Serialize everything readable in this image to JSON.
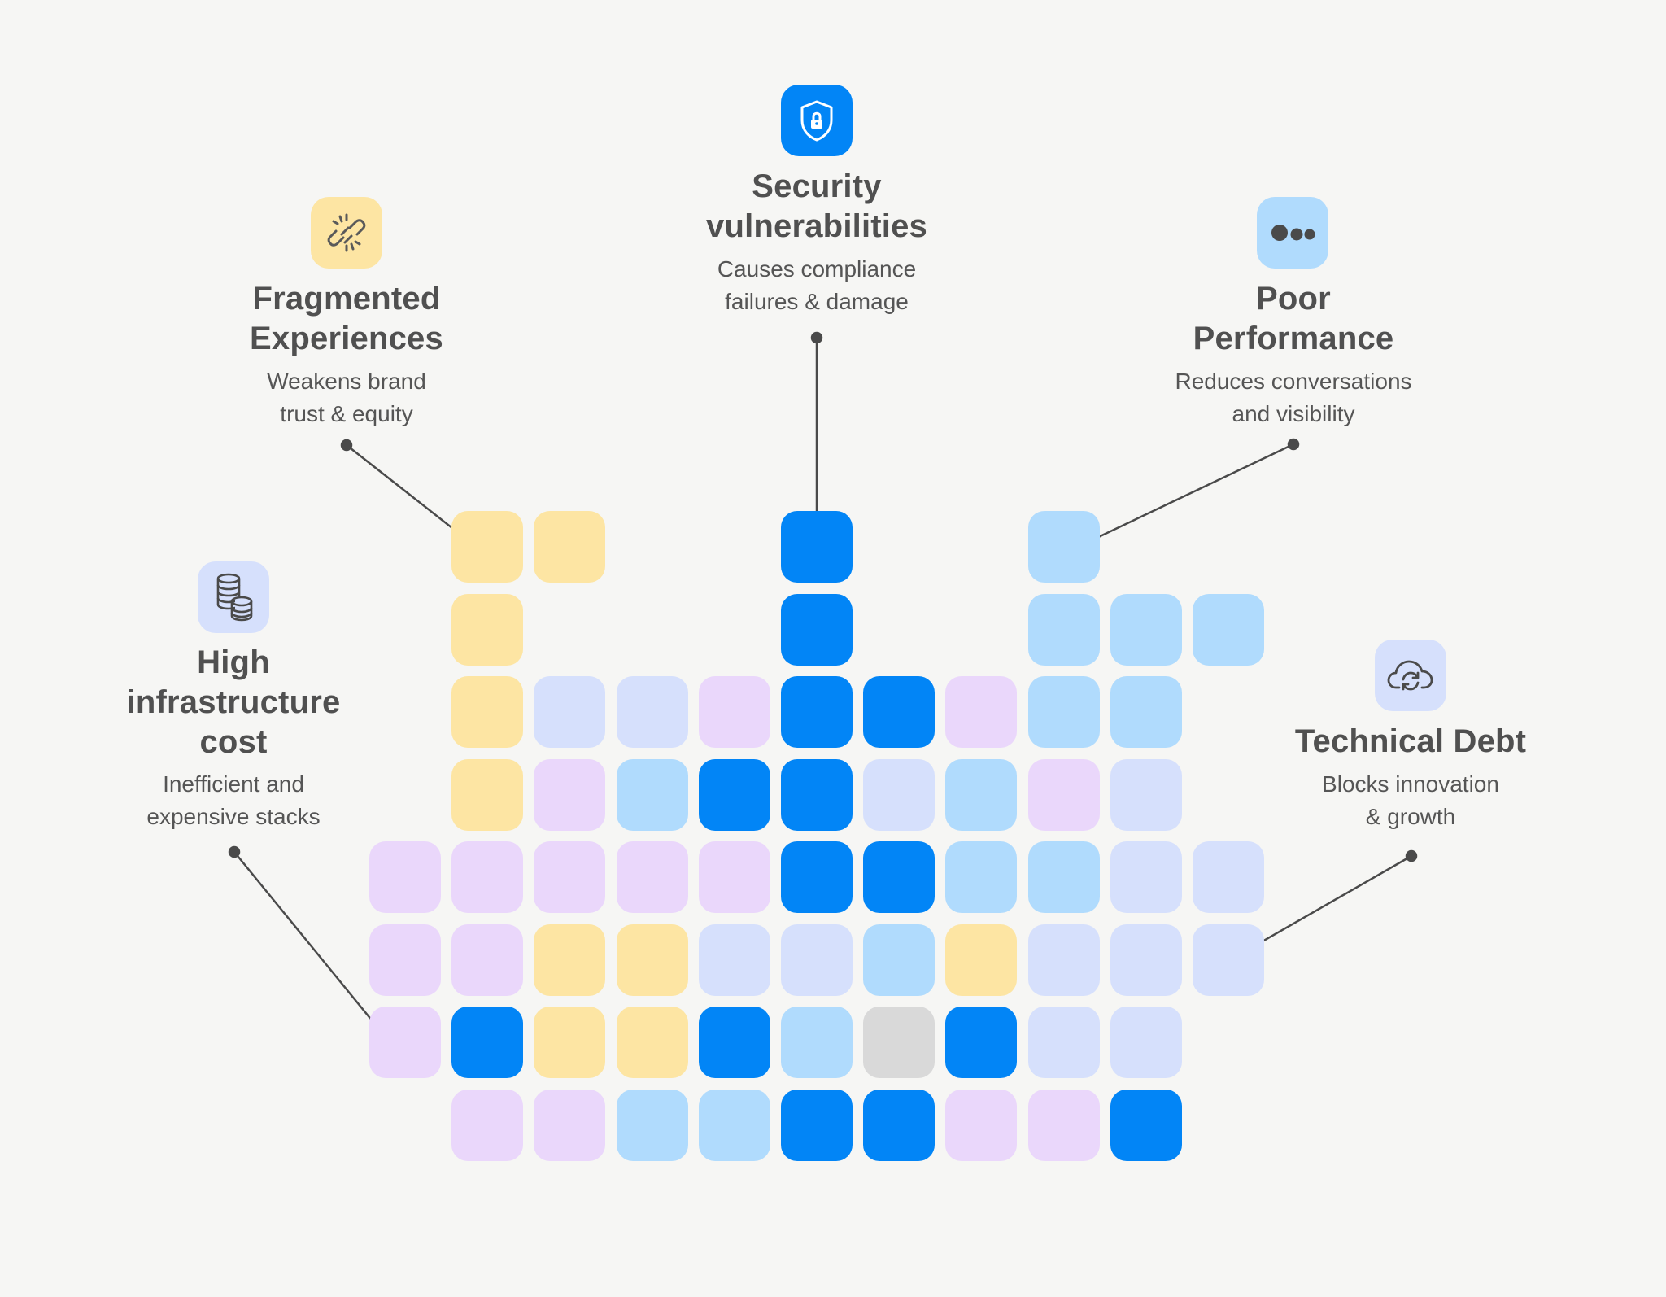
{
  "colors": {
    "background": "#f6f6f4",
    "yellow": "#fde5a3",
    "periwinkle": "#d6e0fc",
    "lavender": "#ead7fb",
    "light_blue": "#b0dbfd",
    "blue": "#0285f6",
    "gray": "#d9d9d9",
    "line": "#4a4a4a"
  },
  "callouts": {
    "security": {
      "title_line1": "Security",
      "title_line2": "vulnerabilities",
      "desc_line1": "Causes compliance",
      "desc_line2": "failures & damage",
      "icon": "shield-lock-icon"
    },
    "fragmented": {
      "title_line1": "Fragmented",
      "title_line2": "Experiences",
      "desc_line1": "Weakens brand",
      "desc_line2": "trust & equity",
      "icon": "broken-link-icon"
    },
    "performance": {
      "title_line1": "Poor",
      "title_line2": "Performance",
      "desc_line1": "Reduces conversations",
      "desc_line2": "and visibility",
      "icon": "dots-icon"
    },
    "infrastructure": {
      "title_line1": "High",
      "title_line2": "infrastructure",
      "title_line3": "cost",
      "desc_line1": "Inefficient and",
      "desc_line2": "expensive stacks",
      "icon": "coins-stack-icon"
    },
    "debt": {
      "title_line1": "Technical Debt",
      "desc_line1": "Blocks innovation",
      "desc_line2": "& growth",
      "icon": "cloud-sync-icon"
    }
  },
  "grid_rows": [
    [
      "",
      "Y",
      "Y",
      "",
      "",
      "B",
      "",
      "",
      "L",
      "",
      ""
    ],
    [
      "",
      "Y",
      "",
      "",
      "",
      "B",
      "",
      "",
      "L",
      "L",
      "L"
    ],
    [
      "",
      "Y",
      "P",
      "P",
      "V",
      "B",
      "B",
      "V",
      "L",
      "L",
      ""
    ],
    [
      "",
      "Y",
      "V",
      "L",
      "B",
      "B",
      "P",
      "L",
      "V",
      "P",
      ""
    ],
    [
      "V",
      "V",
      "V",
      "V",
      "V",
      "B",
      "B",
      "L",
      "L",
      "P",
      "P"
    ],
    [
      "V",
      "V",
      "Y",
      "Y",
      "P",
      "P",
      "L",
      "Y",
      "P",
      "P",
      "P"
    ],
    [
      "V",
      "B",
      "Y",
      "Y",
      "B",
      "L",
      "G",
      "B",
      "P",
      "P",
      ""
    ],
    [
      "",
      "V",
      "V",
      "L",
      "L",
      "B",
      "B",
      "V",
      "V",
      "B",
      ""
    ]
  ]
}
